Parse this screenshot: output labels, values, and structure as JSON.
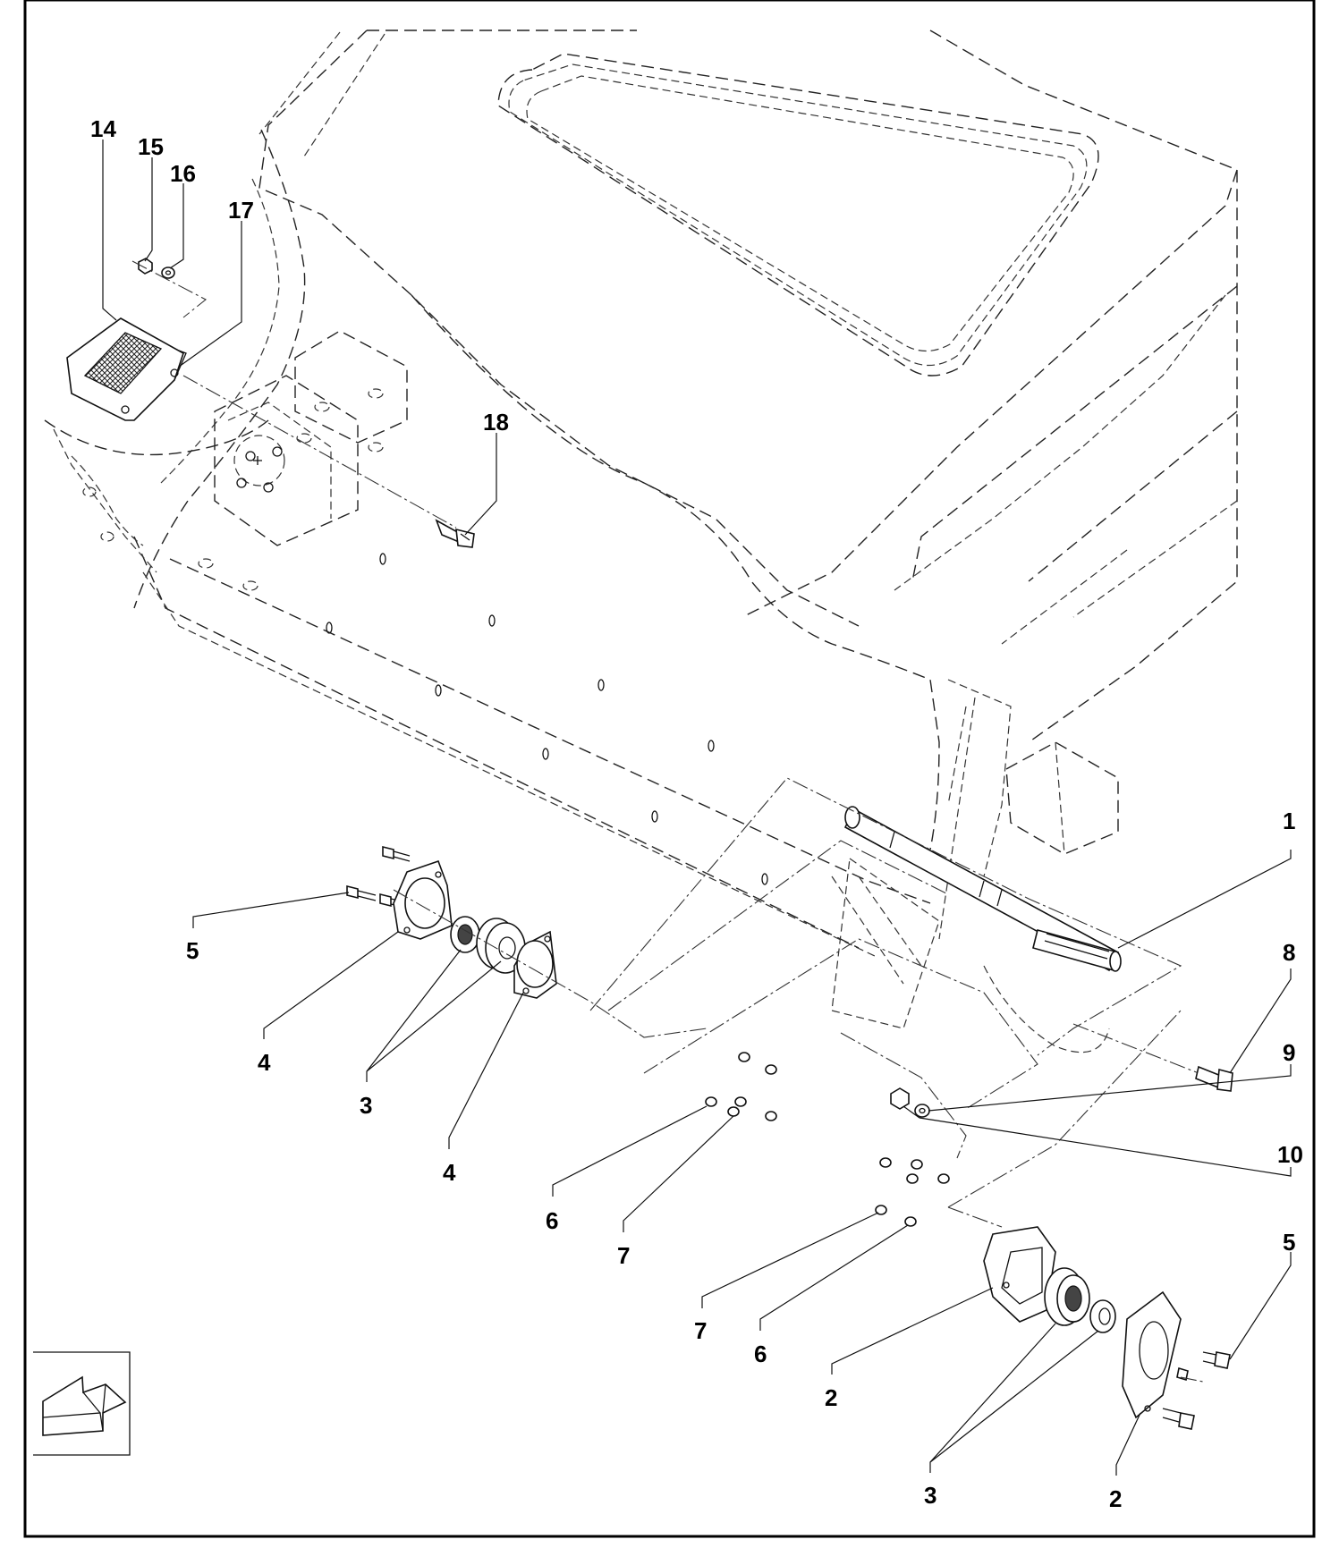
{
  "callouts": [
    {
      "id": "c14",
      "label": "14"
    },
    {
      "id": "c15",
      "label": "15"
    },
    {
      "id": "c16",
      "label": "16"
    },
    {
      "id": "c17",
      "label": "17"
    },
    {
      "id": "c18",
      "label": "18"
    },
    {
      "id": "c1",
      "label": "1"
    },
    {
      "id": "c8",
      "label": "8"
    },
    {
      "id": "c9",
      "label": "9"
    },
    {
      "id": "c10",
      "label": "10"
    },
    {
      "id": "c5a",
      "label": "5"
    },
    {
      "id": "c4a",
      "label": "4"
    },
    {
      "id": "c3a",
      "label": "3"
    },
    {
      "id": "c4b",
      "label": "4"
    },
    {
      "id": "c6a",
      "label": "6"
    },
    {
      "id": "c7a",
      "label": "7"
    },
    {
      "id": "c7b",
      "label": "7"
    },
    {
      "id": "c6b",
      "label": "6"
    },
    {
      "id": "c5b",
      "label": "5"
    },
    {
      "id": "c2a",
      "label": "2"
    },
    {
      "id": "c3b",
      "label": "3"
    },
    {
      "id": "c2b",
      "label": "2"
    }
  ],
  "icons": {
    "orientation": "direction-arrow-icon"
  }
}
